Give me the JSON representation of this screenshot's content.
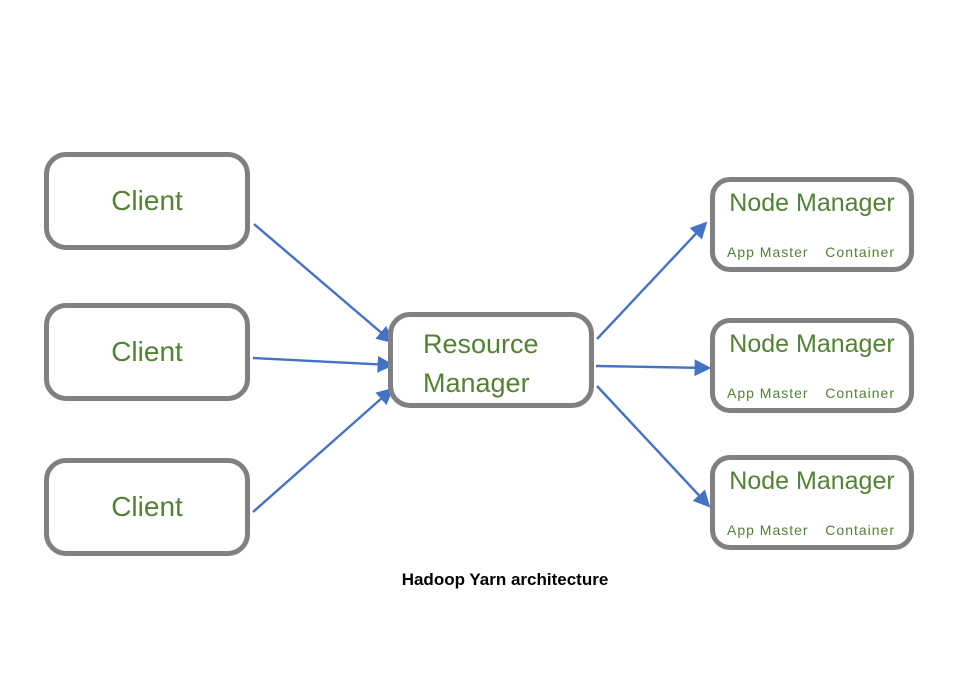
{
  "caption": "Hadoop Yarn architecture",
  "colors": {
    "border": "#808080",
    "text_green": "#538135",
    "arrow_blue": "#4472c4",
    "caption_black": "#000000",
    "background": "#ffffff"
  },
  "nodes": {
    "clients": [
      {
        "label": "Client"
      },
      {
        "label": "Client"
      },
      {
        "label": "Client"
      }
    ],
    "resource_manager": {
      "lines": [
        "Resource",
        "Manager"
      ]
    },
    "node_managers": [
      {
        "title": "Node Manager",
        "components": [
          "App Master",
          "Container"
        ]
      },
      {
        "title": "Node Manager",
        "components": [
          "App Master",
          "Container"
        ]
      },
      {
        "title": "Node Manager",
        "components": [
          "App Master",
          "Container"
        ]
      }
    ]
  },
  "edges": [
    {
      "from": "client-1",
      "to": "resource-manager"
    },
    {
      "from": "client-2",
      "to": "resource-manager"
    },
    {
      "from": "client-3",
      "to": "resource-manager"
    },
    {
      "from": "resource-manager",
      "to": "node-manager-1"
    },
    {
      "from": "resource-manager",
      "to": "node-manager-2"
    },
    {
      "from": "resource-manager",
      "to": "node-manager-3"
    },
    {
      "from": "app-master-1",
      "to": "node-manager-1-title"
    },
    {
      "from": "container-1",
      "to": "node-manager-1-title"
    },
    {
      "from": "app-master-2",
      "to": "node-manager-2-title"
    },
    {
      "from": "container-2",
      "to": "node-manager-2-title"
    },
    {
      "from": "app-master-3",
      "to": "node-manager-3-title"
    },
    {
      "from": "container-3",
      "to": "node-manager-3-title"
    }
  ]
}
